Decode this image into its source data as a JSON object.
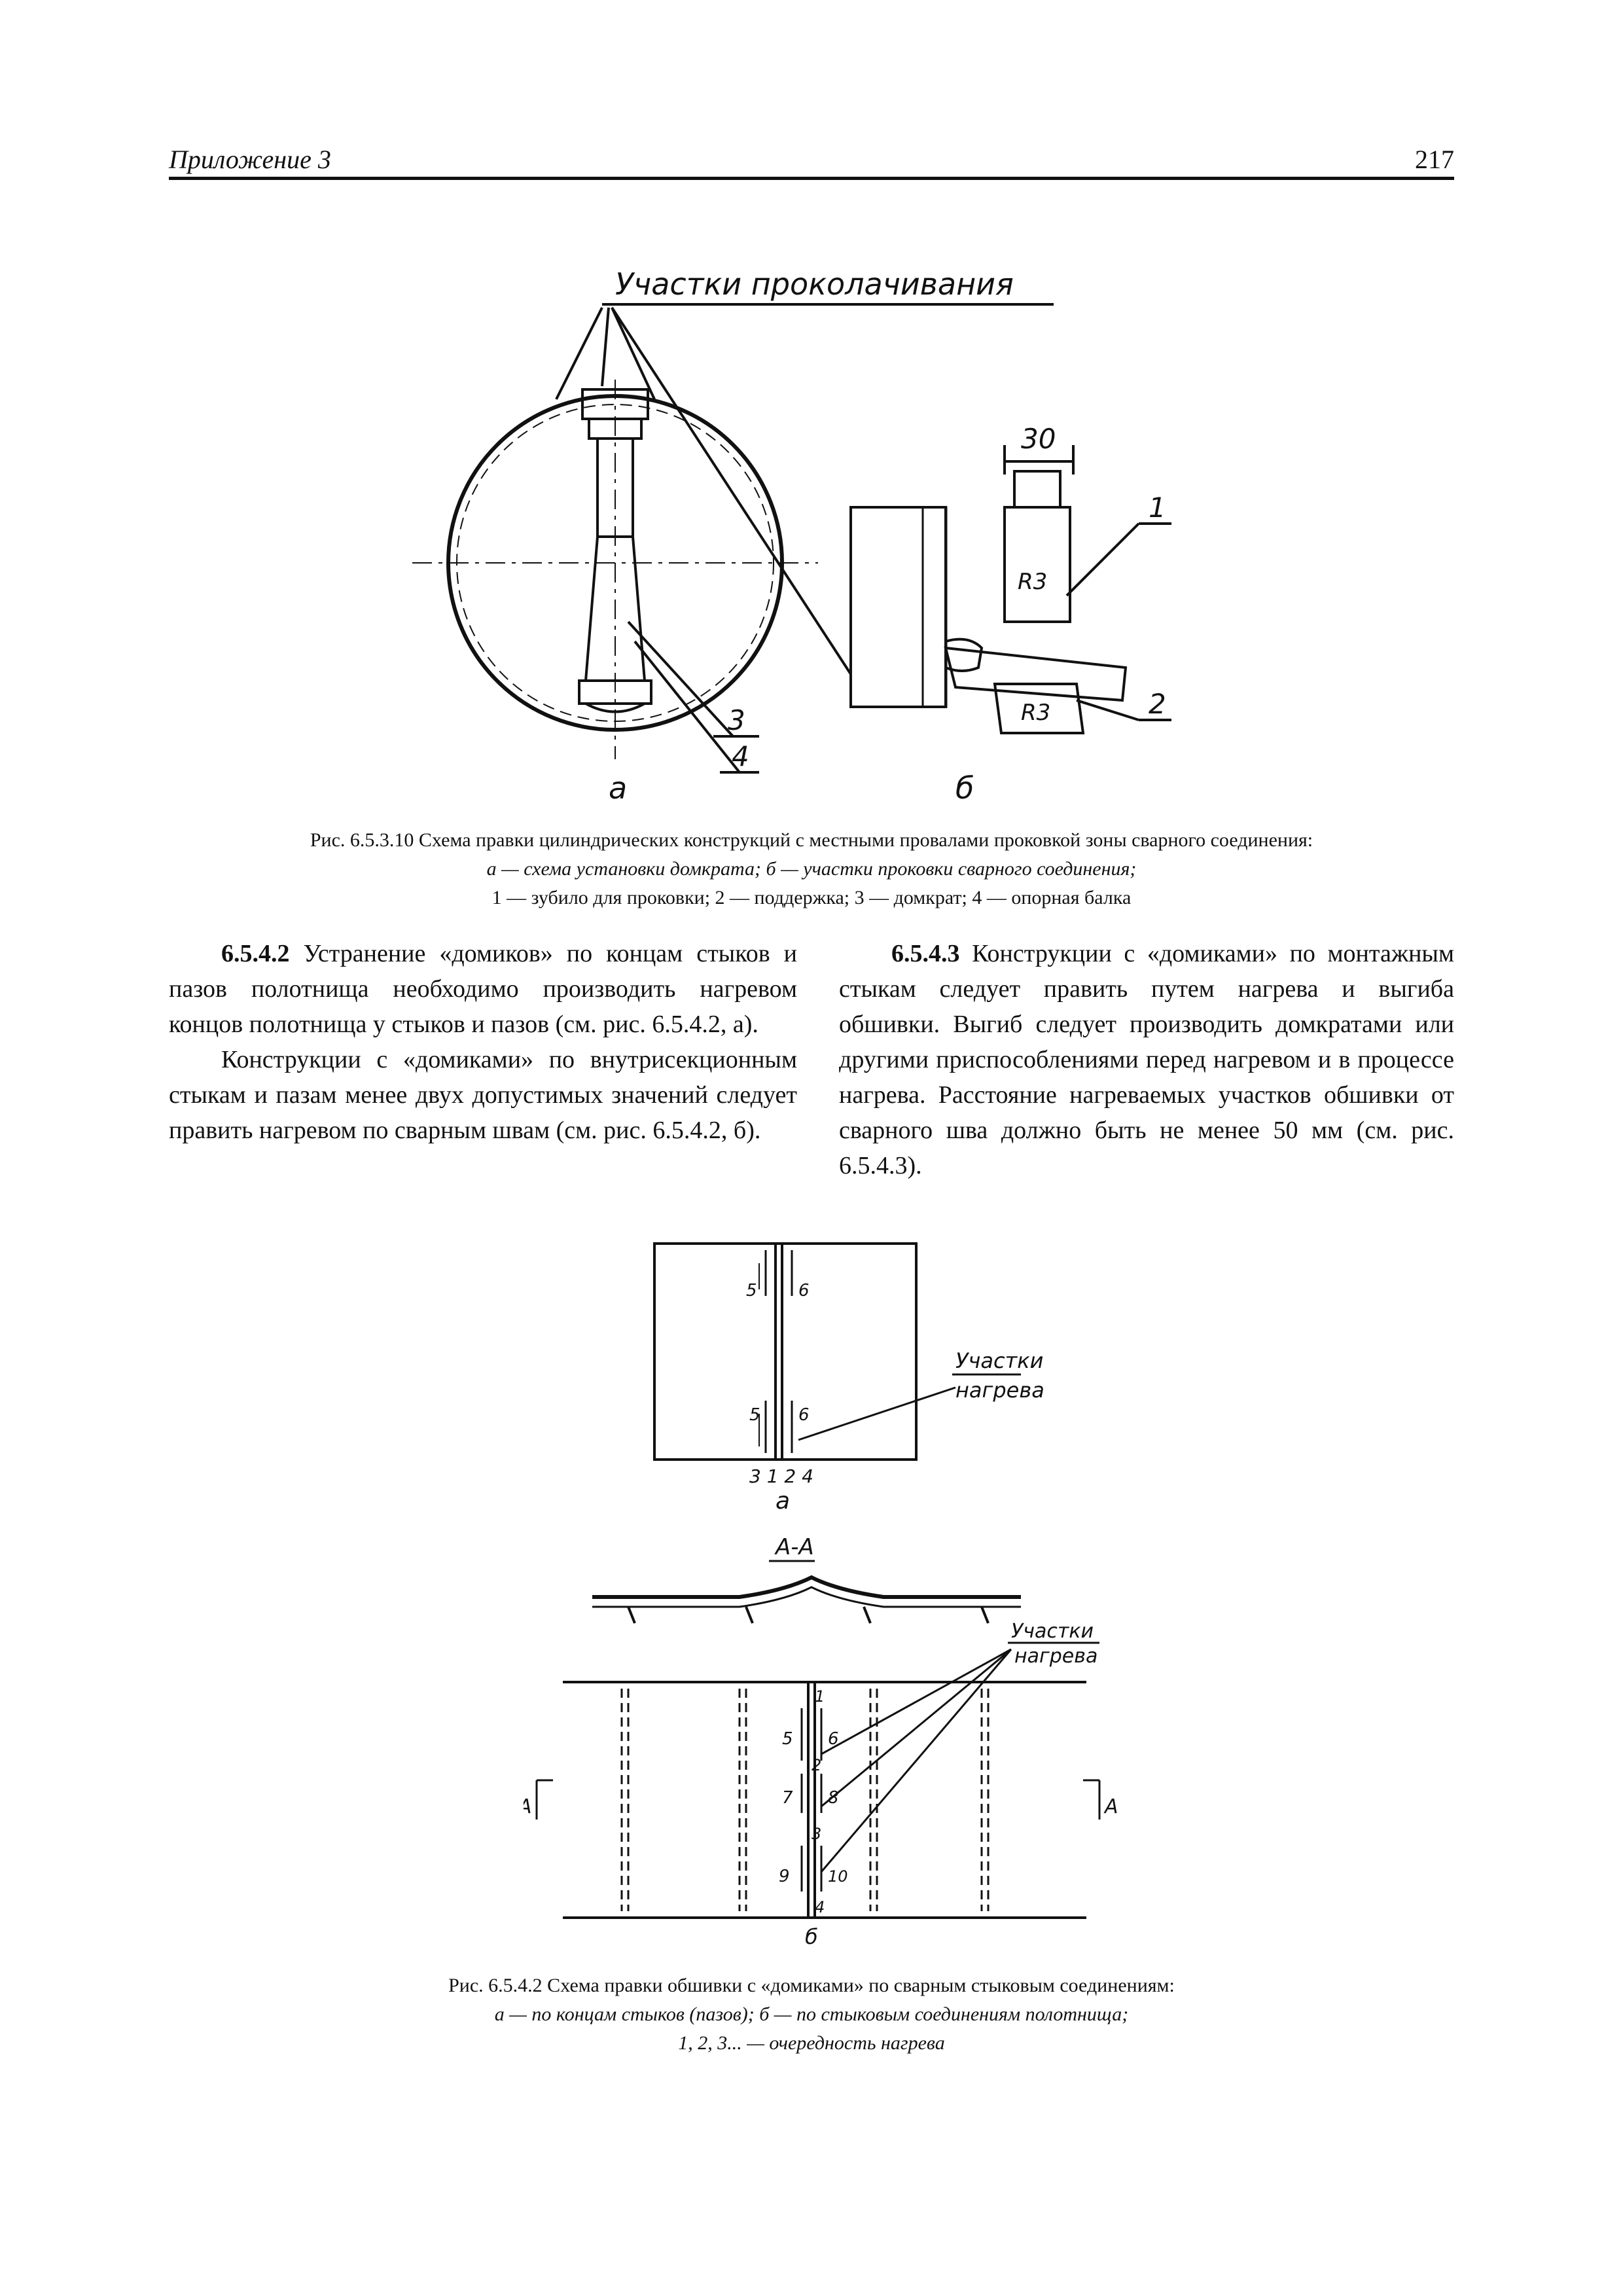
{
  "header": {
    "section": "Приложение 3",
    "page_number": "217"
  },
  "figure1": {
    "callout": "Участки проколачивания",
    "label_a": "а",
    "label_b": "б",
    "dim": "30",
    "r_top": "R3",
    "r_bottom": "R3",
    "num1": "1",
    "num2": "2",
    "num3": "3",
    "num4": "4",
    "caption_line1": "Рис. 6.5.3.10 Схема правки цилиндрических конструкций с местными провалами проковкой зоны сварного соединения:",
    "caption_line2": "а — схема установки домкрата; б — участки проковки сварного соединения;",
    "caption_line3": "1 — зубило для проковки; 2 — поддержка; 3 — домкрат; 4 — опорная балка"
  },
  "left_column": {
    "p1_num": "6.5.4.2",
    "p1_text": " Устранение «домиков» по концам стыков и пазов полотнища необходимо производить нагревом концов полотнища у стыков и пазов (см. рис. 6.5.4.2, а).",
    "p2_text": "Конструкции с «домиками» по внутрисекционным стыкам и пазам менее двух допустимых значений следует править нагревом по сварным швам (см. рис. 6.5.4.2, б)."
  },
  "right_column": {
    "p1_num": "6.5.4.3",
    "p1_text": " Конструкции с «домиками» по монтажным стыкам следует править путем нагрева и выгиба обшивки. Выгиб следует производить домкратами или другими приспособлениями перед нагревом и в процессе нагрева. Расстояние нагреваемых участков обшивки от сварного шва должно быть не менее 50 мм (см. рис. 6.5.4.3)."
  },
  "figure2": {
    "callout_a_l1": "Участки",
    "callout_a_l2": "нагрева",
    "callout_b_l1": "Участки",
    "callout_b_l2": "нагрева",
    "section_label": "А-А",
    "label_a": "а",
    "label_b": "б",
    "bottom_nums": "3 1 2 4",
    "n5a": "5",
    "n6a": "6",
    "n5b": "5",
    "n6b": "6",
    "s1": "1",
    "s2": "2",
    "s3": "3",
    "s4": "4",
    "s5": "5",
    "s6": "6",
    "s7": "7",
    "s8": "8",
    "s9": "9",
    "s10": "10",
    "cut_left": "А",
    "cut_right": "А",
    "caption_line1": "Рис. 6.5.4.2 Схема правки обшивки с «домиками» по сварным стыковым соединениям:",
    "caption_line2": "а — по концам стыков (пазов); б — по стыковым соединениям полотнища;",
    "caption_line3": "1, 2, 3... — очередность нагрева"
  }
}
